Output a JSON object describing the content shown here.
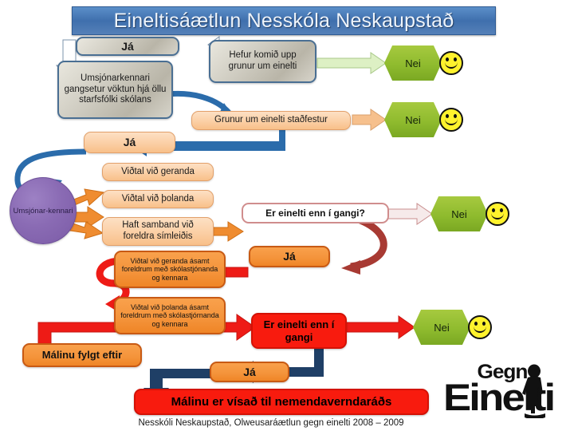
{
  "title": "Eineltisáætlun Nesskóla Neskaupstað",
  "footer": "Nesskóli Neskaupstað,  Olweusaráætlun gegn einelti  2008 – 2009",
  "logo": {
    "line1": "Gegn",
    "line2": "Einelti"
  },
  "labels": {
    "ja": "Já",
    "nei": "Nei"
  },
  "nodes": {
    "ja_top": "Já",
    "umsjonarkennari_vokt": "Umsjónarkennari gangsetur vöktun hjá öllu starfsfólki skólans",
    "hefur_komid_upp": "Hefur komið upp grunur um einelti",
    "nei_1": "Nei",
    "grunur_stadfestur": "Grunur um einelti staðfestur",
    "nei_2": "Nei",
    "ja_second": "Já",
    "umsjonarkennari_ellipse": "Umsjónar-kennari",
    "vidtal_geranda": "Viðtal við geranda",
    "vidtal_tholanda": "Viðtal við þolanda",
    "haft_samband": "Haft samband við foreldra símleiðis",
    "er_einelti_enn_q": "Er einelti enn í gangi?",
    "nei_3": "Nei",
    "ja_third": "Já",
    "vidtal_geranda_foreldrum": "Viðtal við geranda ásamt foreldrum með skólastjónanda og kennara",
    "vidtal_tholanda_foreldrum": "Viðtal við þolanda ásamt foreldrum með skólastjórnanda og kennara",
    "malinu_fylgt_eftir": "Málinu fylgt eftir",
    "er_einelti_enn": "Er einelti enn í gangi",
    "nei_4": "Nei",
    "ja_fourth": "Já",
    "malinu_visad": "Málinu er vísað til nemendaverndaráðs"
  },
  "colors": {
    "title_banner": "#3f6fad",
    "grey_node": "#cfccc1",
    "peach_node": "#fbcfa5",
    "orange_node": "#f4933a",
    "red_node": "#f81b0e",
    "purple_ellipse": "#8a6bb4",
    "hex_green": "#8fbb2e",
    "smiley_yellow": "#fff22d",
    "blue_arrow": "#2b5f9e",
    "navy_arrow": "#1f3f66",
    "orange_arrow": "#ef8c30",
    "red_arrow": "#ee1b16",
    "pale_green_arrow": "#ddf0c4",
    "pale_orange_arrow": "#f6c08d",
    "pale_pink_arrow": "#f4e2e2"
  }
}
